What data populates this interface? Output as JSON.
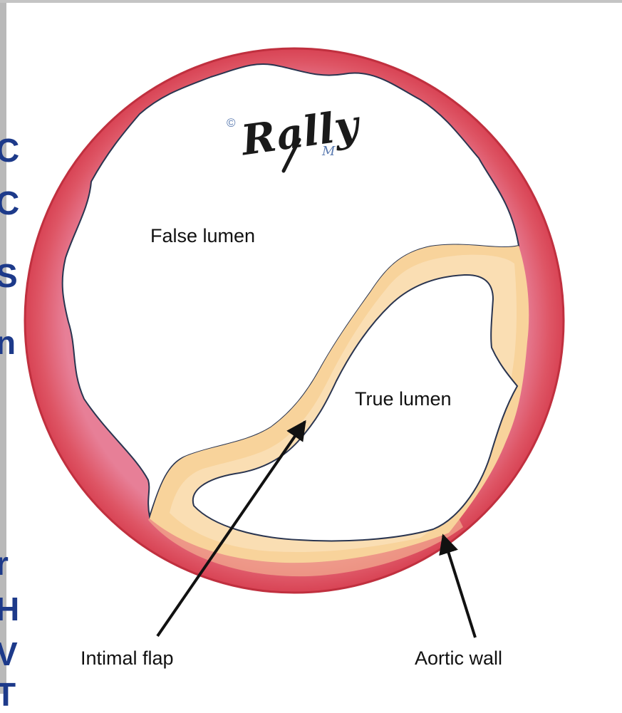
{
  "labels": {
    "false_lumen": "False lumen",
    "true_lumen": "True lumen",
    "intimal_flap": "Intimal flap",
    "aortic_wall": "Aortic wall"
  },
  "signature": {
    "copyright": "©",
    "name": "Rally",
    "initial": "M"
  },
  "clipped_text": [
    "C",
    "C",
    "S",
    "n",
    "r",
    "H",
    "V",
    "T"
  ],
  "colors": {
    "aortic_wall": "#db4b58",
    "aortic_wall_inner": "#e98ca6",
    "intimal_flap": "#f8d49c",
    "slide_text": "#1d3a8a"
  }
}
